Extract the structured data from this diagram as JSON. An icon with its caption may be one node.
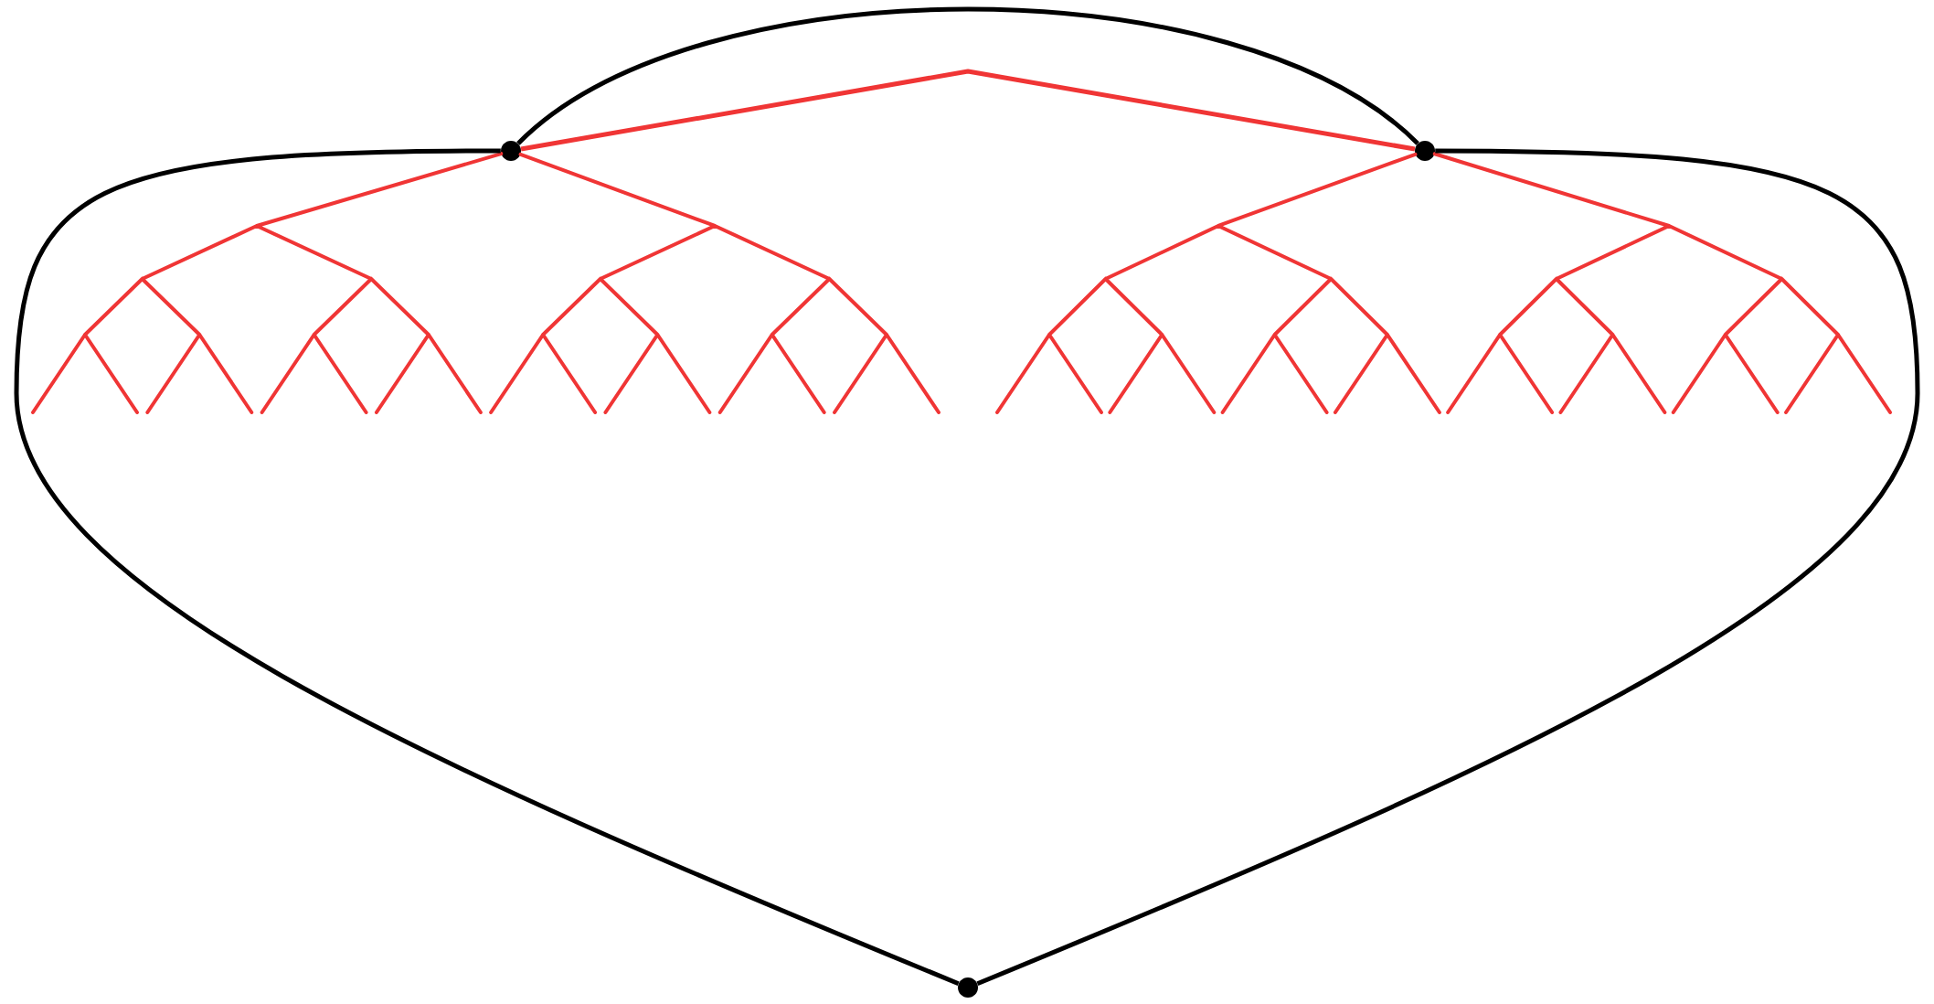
{
  "diagram": {
    "nodes": [
      {
        "text": [],
        "shape": "circle"
      },
      {
        "text": [],
        "shape": "circle"
      },
      {
        "text": [],
        "shape": "circle"
      }
    ],
    "edges": [
      {
        "from": 0,
        "to": 1,
        "arrow": "none"
      },
      {
        "from": 0,
        "to": 2,
        "arrow": "none"
      },
      {
        "from": 1,
        "to": 2,
        "arrow": "none"
      },
      {
        "from": 0,
        "to": 1,
        "arrow": "none",
        "color": "#f03535"
      }
    ]
  }
}
